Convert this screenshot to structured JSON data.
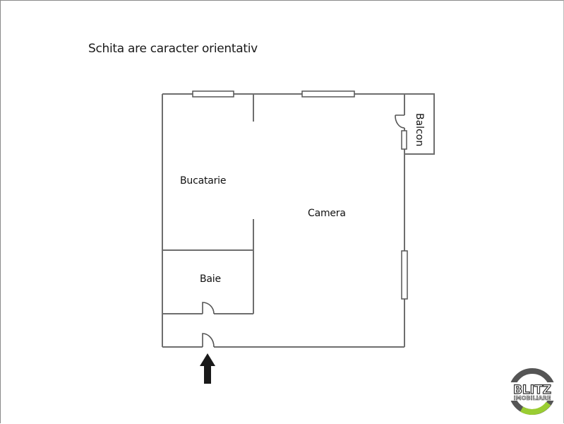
{
  "caption": "Schita are caracter orientativ",
  "rooms": {
    "bucatarie": "Bucatarie",
    "camera": "Camera",
    "baie": "Baie",
    "balcon": "Balcon"
  },
  "logo": {
    "line1": "BLITZ",
    "line2": "IMOBILIARE",
    "ring_color": "#555555",
    "accent_color": "#9acd32"
  },
  "colors": {
    "wall": "#6e6e6e",
    "text": "#111111",
    "arrow": "#1a1a1a"
  }
}
